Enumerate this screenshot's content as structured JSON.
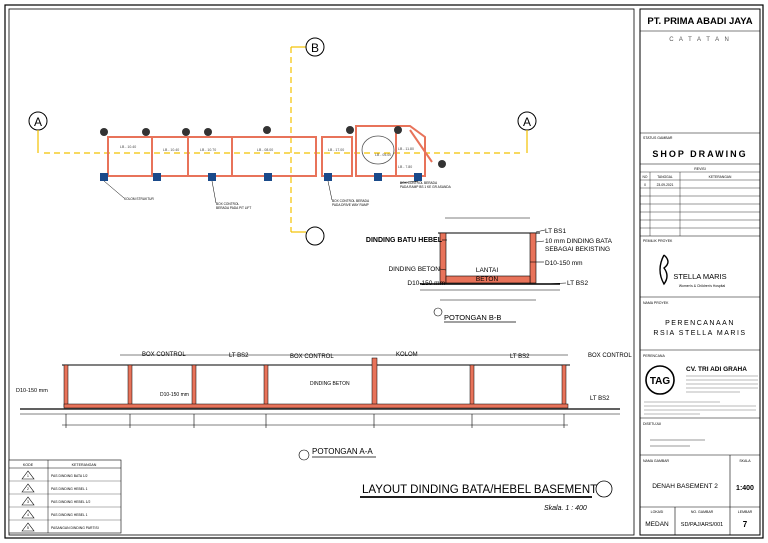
{
  "company": "PT. PRIMA ABADI JAYA",
  "notes_label": "C A T A T A N",
  "status_label": "STATUS GAMBAR",
  "status_value": "SHOP DRAWING",
  "revision_header": "REVISI",
  "revision_cols": [
    "NO",
    "TANGGAL",
    "KETERANGAN"
  ],
  "revision_rows": [
    [
      "0",
      "23-09-2021",
      ""
    ]
  ],
  "owner_label": "PEMILIK PROYEK",
  "owner_logo_name": "STELLA MARIS",
  "owner_logo_sub": "Women's & Children's Hospital",
  "project_label": "NAMA PROYEK",
  "project_line1": "PERENCANAAN",
  "project_line2": "RSIA STELLA MARIS",
  "designer_label": "PERENCANA",
  "designer_logo": "TAG",
  "designer_name": "CV. TRI ADI GRAHA",
  "signature_label": "DISETUJUI",
  "drawing_name_label": "NAMA GAMBAR",
  "scale_label": "SKALA",
  "drawing_name": "DENAH BASEMENT 2",
  "scale_value": "1:400",
  "loc_label": "LOKASI",
  "no_label": "NO. GAMBAR",
  "sheet_label": "LEMBAR",
  "location": "MEDAN",
  "drawing_no": "SD/PAJ/ARS/001",
  "sheet_no": "7",
  "main_title": "LAYOUT DINDING BATA/HEBEL BASEMENT 2",
  "main_scale": "Skala. 1 : 400",
  "grid": {
    "b": "B",
    "a_left": "A",
    "a_right": "A"
  },
  "section_bb": {
    "title": "POTONGAN B-B",
    "lt_bs1": "LT BS1",
    "lt_bs2": "LT BS2",
    "dinding_batu_hebel": "DINDING BATU HEBEL",
    "dinding_bata_1": "10 mm DINDING BATA",
    "dinding_bata_2": "SEBAGAI BEKISTING",
    "dinding_beton": "DINDING BETON",
    "d10_left": "D10-150 mm",
    "d10_right": "D10-150 mm",
    "lantai": "LANTAI",
    "beton": "BETON"
  },
  "section_aa": {
    "title": "POTONGAN A-A",
    "box_control_1": "BOX CONTROL",
    "lt_bs2_1": "LT BS2",
    "box_control_2": "BOX CONTROL",
    "kolom": "KOLOM",
    "lt_bs2_2": "LT BS2",
    "box_control_3": "BOX CONTROL",
    "d10_left": "D10-150 mm",
    "d10_mid": "D10-150 mm",
    "dinding_beton": "DINDING BETON",
    "lt_bs2_3": "LT BS2"
  },
  "plan_labels": {
    "kolom_struktur": "KOLOM STRUKTUR",
    "box_control_lift": "BOX CONTROL",
    "box_control_lift_sub": "BERADA PADA PIT LIFT",
    "box_control_ramp": "BOX CONTROL BERADA",
    "box_control_ramp_sub": "PADA DRIVE WAY RAMP",
    "box_control_ramp2": "BOX CONTROL BERADA",
    "box_control_ramp2_sub": "PADA RAMP BS 1 KE GR ASANDA"
  },
  "legend": {
    "col1": "KODE",
    "col2": "KETERANGAN",
    "rows": [
      {
        "code": "1",
        "text": "PAS DINDING BATA 1/2"
      },
      {
        "code": "2",
        "text": "PAS DINDING HEBEL 1"
      },
      {
        "code": "3",
        "text": "PAS DINDING HEBEL 1/2"
      },
      {
        "code": "4",
        "text": "PAS DINDING HEBEL 1"
      },
      {
        "code": "5",
        "text": "PASANGAN DINDING PARTISI"
      }
    ]
  },
  "colors": {
    "wall": "#e8735a",
    "grid": "#f2c200",
    "line": "#000000"
  }
}
